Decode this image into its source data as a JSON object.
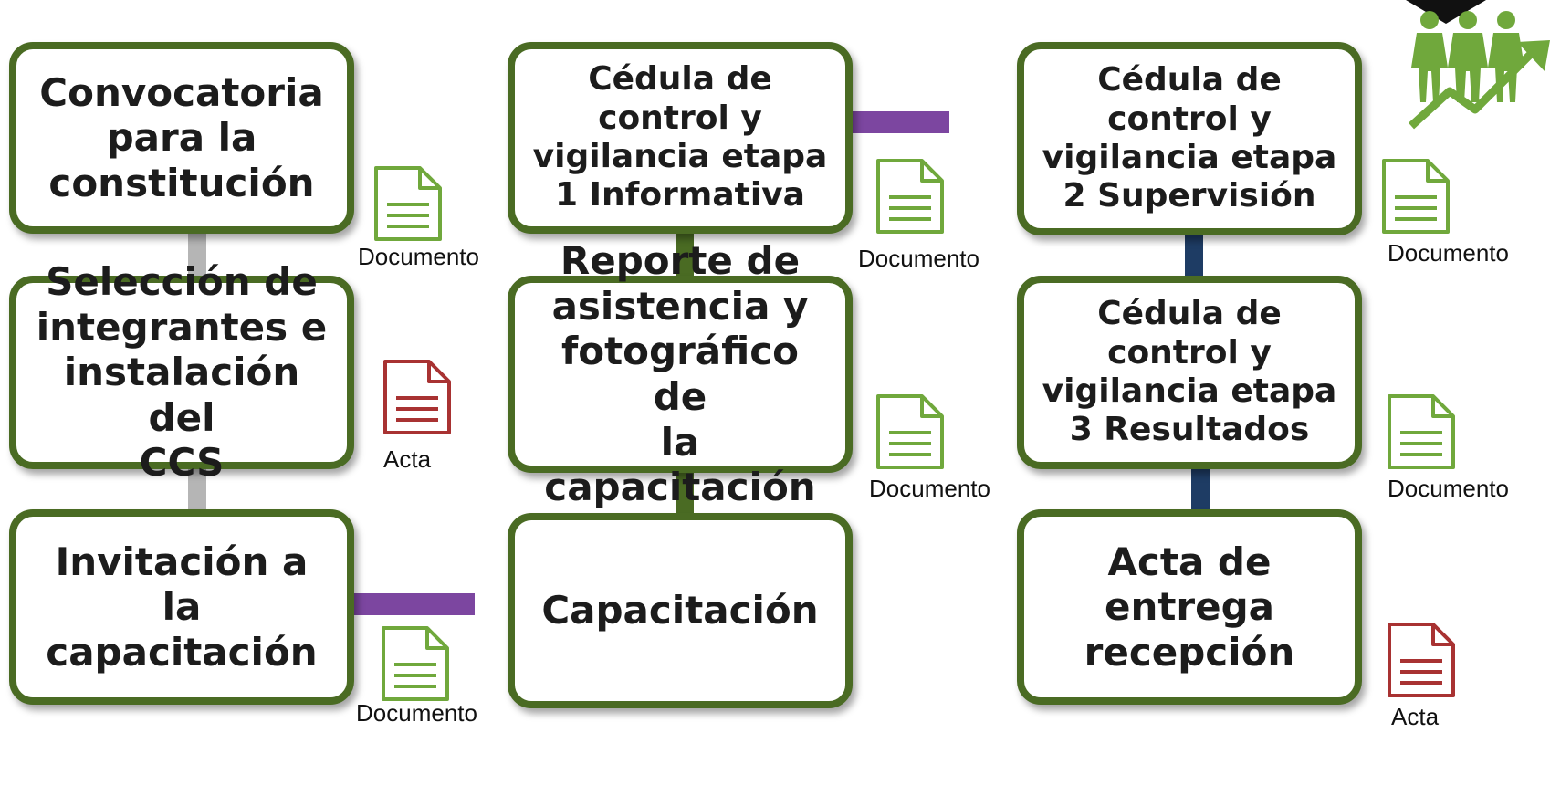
{
  "boxes": {
    "convocatoria": "Convocatoria\npara la\nconstitución",
    "seleccion": "Selección de\nintegrantes e\ninstalación del\nCCS",
    "invitacion": "Invitación a la\ncapacitación",
    "cedula1": "Cédula de\ncontrol y\nvigilancia etapa\n1 Informativa",
    "reporte": "Reporte de\nasistencia y\nfotográfico de\nla capacitación",
    "capacitacion": "Capacitación",
    "cedula2": "Cédula de\ncontrol y\nvigilancia etapa\n2 Supervisión",
    "cedula3": "Cédula de\ncontrol y\nvigilancia etapa\n3 Resultados",
    "acta_entrega": "Acta de\nentrega\nrecepción"
  },
  "labels": {
    "doc_convocatoria": "Documento",
    "acta_seleccion": "Acta",
    "doc_invitacion": "Documento",
    "doc_cedula1": "Documento",
    "doc_reporte": "Documento",
    "doc_cedula2": "Documento",
    "doc_cedula3": "Documento",
    "acta_entrega": "Acta"
  },
  "icons": {
    "document": "document-icon",
    "acta": "acta-icon",
    "people_growth": "people-growth-icon"
  },
  "colors": {
    "box_border": "#4a6b23",
    "document_icon": "#70a83c",
    "acta_icon": "#a83232",
    "connector_purple": "#7c46a0",
    "connector_gray": "#b5b5b5",
    "connector_green": "#4a6b23",
    "connector_navy": "#1e3c64"
  }
}
